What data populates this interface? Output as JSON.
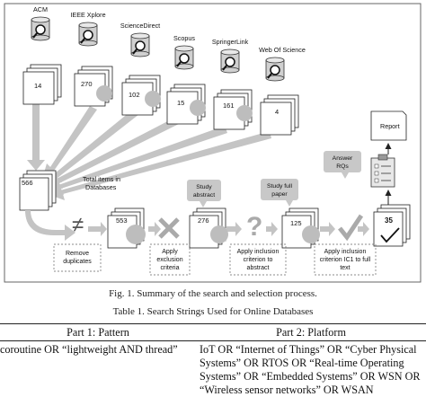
{
  "figure": {
    "databases": [
      {
        "name": "ACM",
        "count": "14"
      },
      {
        "name": "IEEE Xplore",
        "count": "270"
      },
      {
        "name": "ScienceDirect",
        "count": "102"
      },
      {
        "name": "Scopus",
        "count": "15"
      },
      {
        "name": "SpringerLink",
        "count": "161"
      },
      {
        "name": "Web Of Science",
        "count": "4"
      }
    ],
    "total": {
      "count": "566",
      "label_line1": "Total items in",
      "label_line2": "Databases"
    },
    "stages": {
      "after_duplicates": "553",
      "after_exclusion": "276",
      "after_abstract": "125",
      "final": "35"
    },
    "steps": {
      "remove_dup_1": "Remove",
      "remove_dup_2": "duplicates",
      "exclusion_1": "Apply",
      "exclusion_2": "exclusion",
      "exclusion_3": "criteria",
      "abstract_1": "Apply inclusion",
      "abstract_2": "criterion to",
      "abstract_3": "abstract",
      "fulltext_1": "Apply inclusion",
      "fulltext_2": "criterion IC1 to full",
      "fulltext_3": "text"
    },
    "callouts": {
      "study_abstract_1": "Study",
      "study_abstract_2": "abstract",
      "study_full_1": "Study full",
      "study_full_2": "paper",
      "answer_1": "Answer",
      "answer_2": "RQs"
    },
    "report": "Report"
  },
  "captions": {
    "figure": "Fig. 1.  Summary of the search and selection process.",
    "table": "Table 1.  Search Strings Used for Online Databases"
  },
  "table": {
    "headers": [
      "Part 1: Pattern",
      "Part 2: Platform"
    ],
    "pattern": "coroutine OR “lightweight AND thread”",
    "platform_lines": [
      "IoT OR “Internet of Things” OR “Cyber Physical",
      "Systems” OR RTOS OR “Real-time Operating",
      "Systems” OR “Embedded Systems” OR WSN OR",
      "“Wireless sensor networks” OR WSAN"
    ]
  },
  "colors": {
    "box_gray": "#bdbdbd",
    "arrow_gray": "#c4c4c4",
    "callout_gray": "#c8c8c8"
  }
}
